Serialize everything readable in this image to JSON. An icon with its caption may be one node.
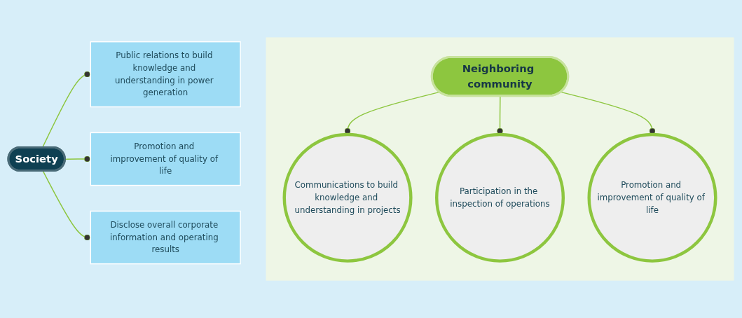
{
  "diagram": {
    "nodes": [
      {
        "text": [
          "Society"
        ]
      },
      {
        "text": [
          "Public relations to build knowledge and understanding in power generation"
        ]
      },
      {
        "text": [
          "Promotion and improvement of quality of life"
        ]
      },
      {
        "text": [
          "Disclose overall corporate information and operating results"
        ]
      },
      {
        "text": [],
        "shape": "box"
      },
      {
        "text": [
          "Neighboring community"
        ],
        "in": 4
      },
      {
        "text": [
          "Communications to build knowledge and understanding in projects"
        ],
        "in": 4
      },
      {
        "text": [
          "Participation in the inspection of operations"
        ],
        "in": 4
      },
      {
        "text": [
          "Promotion and improvement of quality of life"
        ],
        "in": 4
      }
    ],
    "edges": [
      {
        "from": 0,
        "to": 1,
        "arrow": "other"
      },
      {
        "from": 0,
        "to": 2,
        "arrow": "other"
      },
      {
        "from": 0,
        "to": 3,
        "arrow": "other"
      },
      {
        "from": 5,
        "to": 6,
        "arrow": "other"
      },
      {
        "from": 5,
        "to": 7,
        "arrow": "other"
      },
      {
        "from": 5,
        "to": 8,
        "arrow": "other"
      }
    ]
  }
}
